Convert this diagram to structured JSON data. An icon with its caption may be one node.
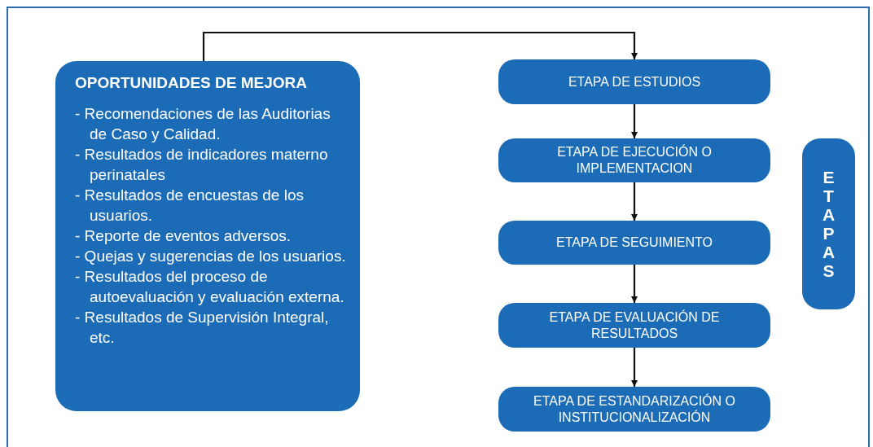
{
  "diagram": {
    "nodes": [
      {
        "text": [
          "OPORTUNIDADES DE MEJORA",
          "- Recomendaciones de las Auditorias de Caso y Calidad.",
          "- Resultados de indicadores materno perinatales",
          "- Resultados de encuestas de  los usuarios.",
          "- Reporte de eventos adversos.",
          "- Quejas y sugerencias de los usuarios.",
          "- Resultados del proceso de autoevaluación y evaluación externa.",
          "- Resultados de Supervisión Integral, etc."
        ]
      },
      {
        "text": [
          "ETAPA DE ESTUDIOS"
        ]
      },
      {
        "text": [
          "ETAPA DE EJECUCIÓN O IMPLEMENTACION"
        ]
      },
      {
        "text": [
          "ETAPA DE SEGUIMIENTO"
        ]
      },
      {
        "text": [
          "ETAPA DE EVALUACIÓN DE RESULTADOS"
        ]
      },
      {
        "text": [
          "ETAPA DE ESTANDARIZACIÓN O INSTITUCIONALIZACIÓN"
        ]
      },
      {
        "text": [
          "ETAPAS"
        ]
      }
    ],
    "edges": [
      {
        "from": 0,
        "to": 1,
        "arrow": "to"
      },
      {
        "from": 1,
        "to": 2,
        "arrow": "to"
      },
      {
        "from": 2,
        "to": 3,
        "arrow": "to"
      },
      {
        "from": 3,
        "to": 4,
        "arrow": "to"
      },
      {
        "from": 4,
        "to": 5,
        "arrow": "to"
      }
    ]
  }
}
